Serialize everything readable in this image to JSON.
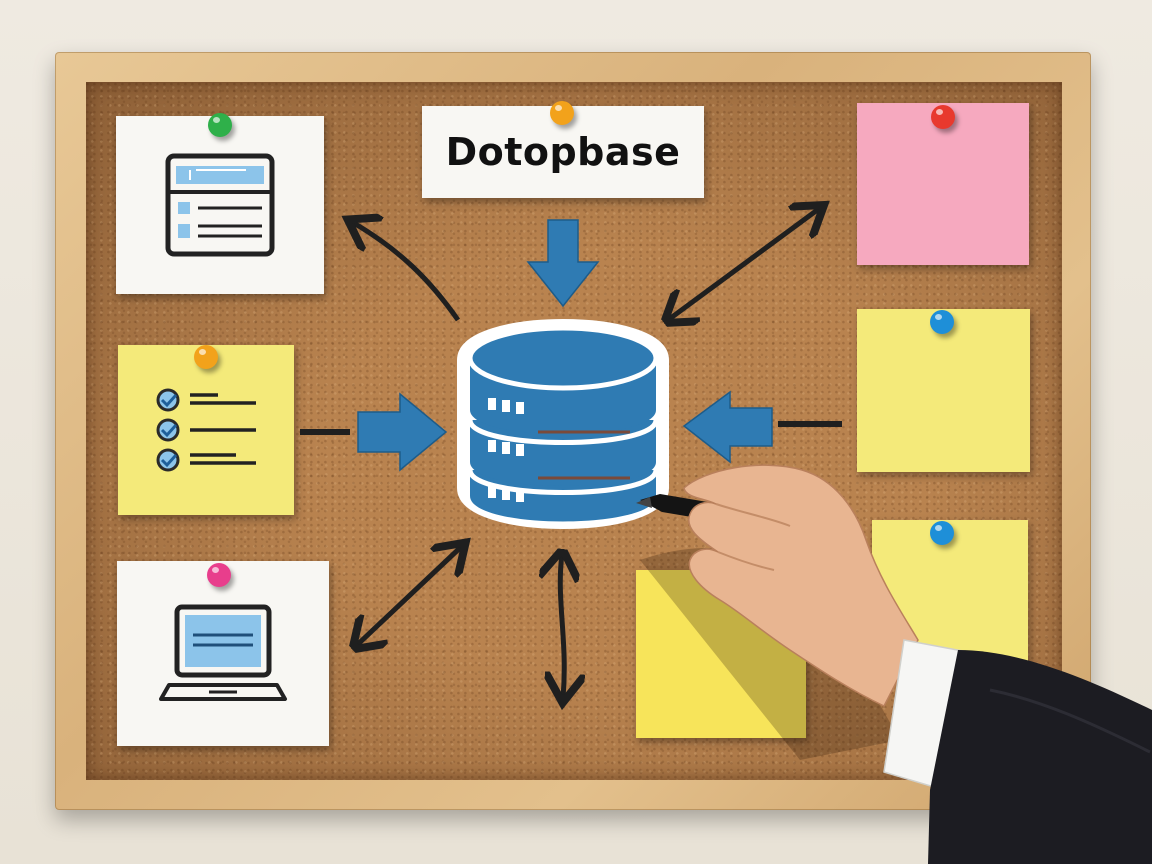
{
  "board": {
    "title": "Dotopbase"
  },
  "colors": {
    "cork": "#b9834f",
    "frame": "#dcb680",
    "accent_blue": "#2f7bb3",
    "arrow_dark": "#1f1f1f",
    "sticky_yellow": "#f4ea7a",
    "sticky_pink": "#f6a9bf",
    "paper": "#f8f7f3"
  },
  "icons": [
    "dashboard-window-icon",
    "checklist-icon",
    "laptop-icon",
    "database-icon"
  ],
  "pins": [
    "green",
    "orange",
    "red",
    "orange",
    "blue",
    "pink",
    "blue"
  ]
}
